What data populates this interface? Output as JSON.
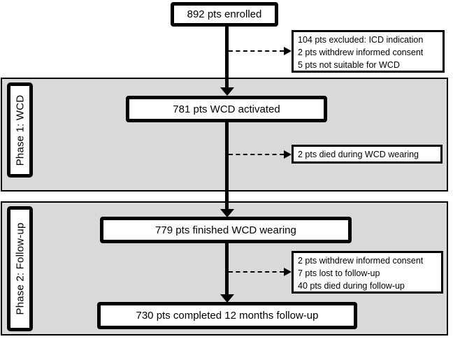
{
  "diagram": {
    "title_hint": "patient flow diagram",
    "nodes": {
      "enrolled": "892 pts enrolled",
      "activated": "781 pts WCD activated",
      "finished": "779 pts finished WCD wearing",
      "completed": "730 pts completed 12 months follow-up"
    },
    "side_notes": {
      "exclusions_enrollment": {
        "line1": "104 pts excluded: ICD indication",
        "line2": "2 pts withdrew informed consent",
        "line3": "5 pts not suitable for WCD"
      },
      "died_during_wcd": "2 pts died during WCD wearing",
      "losses_followup": {
        "line1": "2 pts withdrew informed consent",
        "line2": "7 pts lost to follow-up",
        "line3": "40 pts died during follow-up"
      }
    },
    "phases": {
      "phase1": "Phase 1: WCD",
      "phase2": "Phase 2: Follow-up"
    },
    "colors": {
      "phase_region_fill": "#d9d9d9",
      "line_and_border": "#000000",
      "node_fill": "#ffffff"
    }
  }
}
